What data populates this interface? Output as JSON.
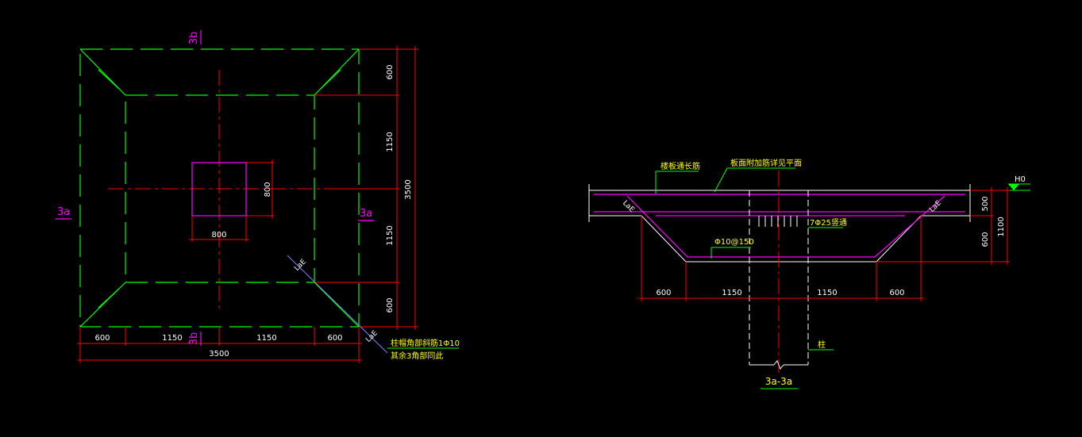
{
  "colors": {
    "background": "#000000",
    "dimension": "#ff0000",
    "slab_outline": "#00ff00",
    "column": "#ff00ff",
    "section_mark": "#ff00ff",
    "text_dim": "#ffffff",
    "annotation": "#ffff00",
    "leader": "#00ffff",
    "rebar": "#ffffff"
  },
  "plan": {
    "section_top": "3b",
    "section_bottom": "3b",
    "section_left": "3a",
    "section_right": "3a",
    "dim_bottom": [
      "600",
      "1150",
      "1150",
      "600"
    ],
    "dim_bottom_total": "3500",
    "dim_right": [
      "600",
      "1150",
      "1150",
      "600"
    ],
    "dim_right_total": "3500",
    "column_w": "800",
    "column_h": "800",
    "diag_label_1": "LaE",
    "diag_label_2": "LaE",
    "note_line_1": "柱帽角部斜筋1Φ10",
    "note_line_2": "其余3角部同此"
  },
  "section": {
    "label_bottom_rebar": "楼板通长筋",
    "label_top_rebar": "板面附加筋详见平面",
    "label_h0": "H0",
    "label_vertical_bars": "7Φ25竖通",
    "label_stirrup": "Φ10@150",
    "label_lae_left": "LaE",
    "label_lae_right": "LaE",
    "dim_right_1": "500",
    "dim_right_2": "600",
    "dim_right_total": "1100",
    "dim_bottom": [
      "600",
      "1150",
      "1150",
      "600"
    ],
    "label_column": "柱",
    "title": "3a-3a"
  }
}
